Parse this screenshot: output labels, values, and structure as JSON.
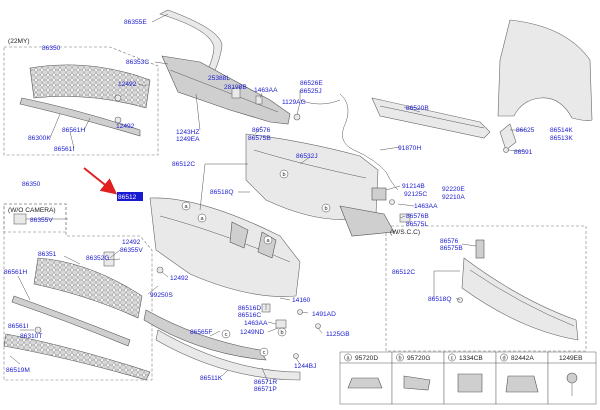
{
  "colors": {
    "label": "#1a1ad0",
    "arrow": "#e02020",
    "highlight": "#1a1ad0"
  },
  "variant_labels": {
    "my22": "(22MY)",
    "wo_camera": "(W/O CAMERA)",
    "wscc": "(W/S.C.C)"
  },
  "labels": {
    "p86355E": "86355E",
    "p86350a": "86350",
    "p12492a": "12492",
    "p12492b": "12492",
    "p86561H_a": "86561H",
    "p86300K": "86300K",
    "p86561I_a": "86561I",
    "p86353C": "86353C",
    "p25388L": "25388L",
    "p28198B": "28198B",
    "p1463AA_a": "1463AA",
    "p86526E": "86526E",
    "p86525J": "86525J",
    "p1129AG": "1129AG",
    "p86520B": "86520B",
    "p1243HZ": "1243HZ",
    "p1249EA": "1249EA",
    "p86576_a": "86576",
    "p86575B_a": "86575B",
    "p86512C_a": "86512C",
    "p86532J": "86532J",
    "p91870H": "91870H",
    "p86625": "86625",
    "p86514K": "86514K",
    "p86513K": "86513K",
    "p86591": "86591",
    "p86518Q_a": "86518Q",
    "p91214B": "91214B",
    "p92125C": "92125C",
    "p92220E": "92220E",
    "p92210A": "92210A",
    "p1463AA_b": "1463AA",
    "p86576B": "86576B",
    "p86575L": "86575L",
    "p86350b": "86350",
    "p86512_hl": "86512",
    "p86355V_a": "86355V",
    "p86351": "86351",
    "p12492c": "12492",
    "p86352G": "86352G",
    "p86355V_b": "86355V",
    "p86561H_b": "86561H",
    "p12492d": "12492",
    "p99250S": "99250S",
    "p86561I_b": "86561I",
    "p86310T": "86310T",
    "p86519M": "86519M",
    "p86516D": "86516D",
    "p86516C": "86516C",
    "p14160": "14160",
    "p1491AD": "1491AD",
    "p1463AA_c": "1463AA",
    "p86565F": "86565F",
    "p1249ND": "1249ND",
    "p1125GB": "1125GB",
    "p1244BJ": "1244BJ",
    "p86511K": "86511K",
    "p86571R": "86571R",
    "p86571P": "86571P",
    "p86576_b": "86576",
    "p86575B_b": "86575B",
    "p86512C_b": "86512C",
    "p86518Q_b": "86518Q"
  },
  "callouts": [
    "a",
    "b",
    "c"
  ],
  "legend": [
    {
      "key": "a",
      "part": "95720D"
    },
    {
      "key": "b",
      "part": "95720G"
    },
    {
      "key": "c",
      "part": "1334CB"
    },
    {
      "key": "d",
      "part": "82442A"
    },
    {
      "key": "",
      "part": "1249EB"
    }
  ]
}
